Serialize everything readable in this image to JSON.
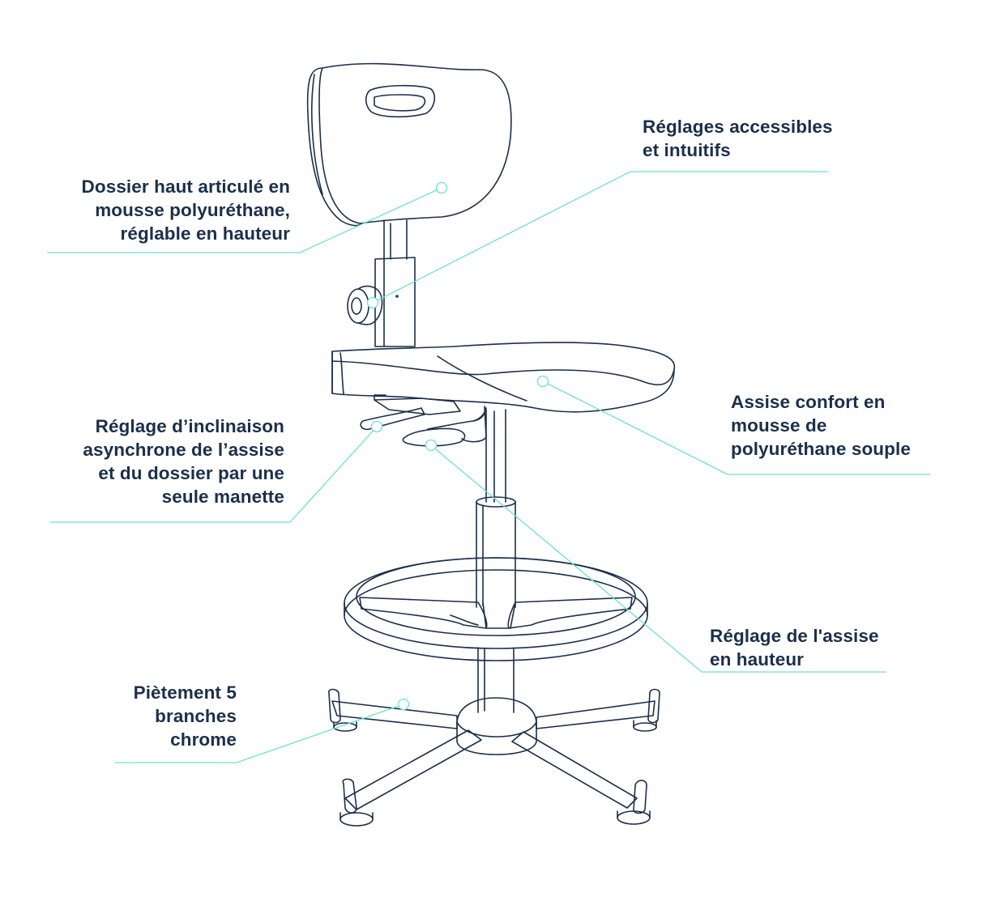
{
  "colors": {
    "outline": "#1b2f4a",
    "leader": "#6fe0cf",
    "text": "#1b2f4a",
    "background": "#ffffff"
  },
  "callouts": {
    "dossier": "Dossier haut articulé en\nmousse polyuréthane,\nréglable en hauteur",
    "reglages": "Réglages accessibles\net intuitifs",
    "assise": "Assise confort en\nmousse de\npolyuréthane souple",
    "inclinaison": "Réglage d’inclinaison\nasynchrone de l’assise\net du dossier par une\nseule manette",
    "hauteur": "Réglage de l'assise\nen hauteur",
    "pietement": "Piètement 5\nbranches\nchrome"
  }
}
